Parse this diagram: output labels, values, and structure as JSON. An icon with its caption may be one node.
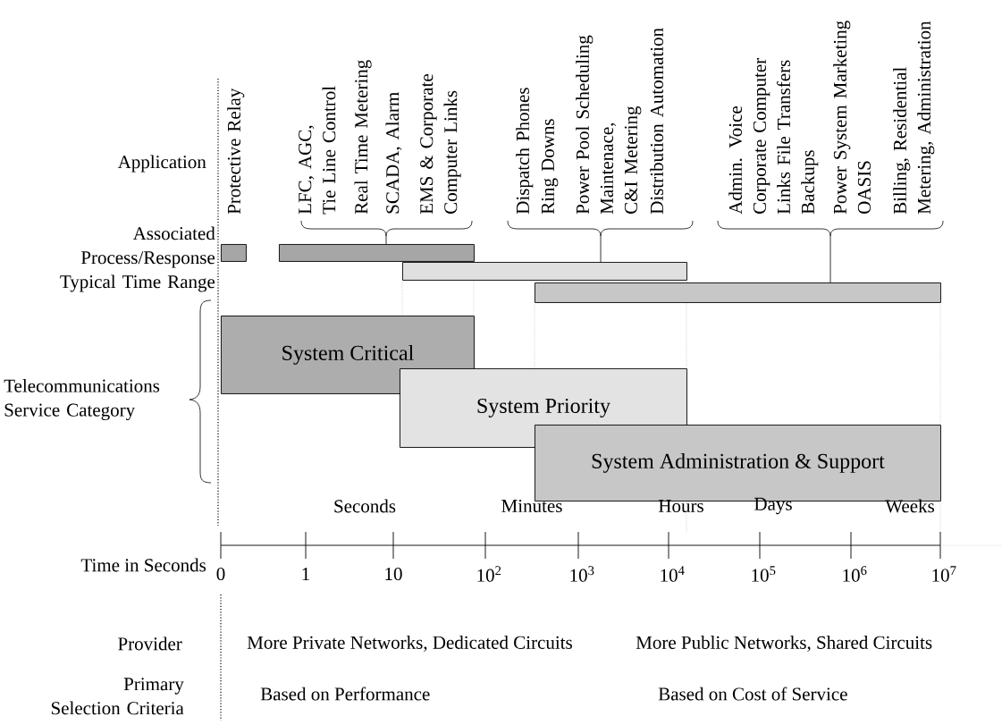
{
  "diagram": {
    "nodes": [
      {
        "text": [
          "Protective Relay"
        ]
      },
      {
        "text": [
          "LFC, AGC,",
          "Tie Line Control",
          "Real Time Metering",
          "SCADA, Alarm",
          "EMS & Corporate Computer Links"
        ]
      },
      {
        "text": [
          "Dispatch Phones",
          "Ring Downs",
          "Power Pool Scheduling",
          "Maintenace, C&I Metering",
          "Distribution Automation"
        ]
      },
      {
        "text": [
          "Admin. Voice",
          "Corporate Computer Links File Transfers",
          "Backups",
          "Power System Marketing",
          "OASIS",
          "Billing, Residential Metering, Administration"
        ]
      },
      {
        "text": [],
        "shape": "bar"
      },
      {
        "text": [],
        "shape": "bar"
      },
      {
        "text": [],
        "shape": "bar"
      },
      {
        "text": [],
        "shape": "bar"
      },
      {
        "text": [
          "System Critical"
        ]
      },
      {
        "text": [
          "System Priority"
        ]
      },
      {
        "text": [
          "System Administration & Support"
        ]
      }
    ],
    "edges": [
      {
        "from": 1,
        "to": 5,
        "arrow": "none"
      },
      {
        "from": 2,
        "to": 6,
        "arrow": "none"
      },
      {
        "from": 3,
        "to": 7,
        "arrow": "none"
      }
    ],
    "labels": [
      "Application",
      "Associated Process/Response Typical Time Range",
      "Telecommunications Service Category",
      "Seconds",
      "Minutes",
      "Hours",
      "Days",
      "Weeks",
      "Time in Seconds",
      "0",
      "1",
      "10",
      "10$^{2}$",
      "10$^{3}$",
      "10$^{4}$",
      "10$^{5}$",
      "10$^{6}$",
      "10$^{7}$",
      "Provider",
      "More Private Networks, Dedicated Circuits",
      "More Public Networks, Shared Circuits",
      "Primary Selection Criteria",
      "Based on Performance",
      "Based on Cost of Service"
    ]
  }
}
